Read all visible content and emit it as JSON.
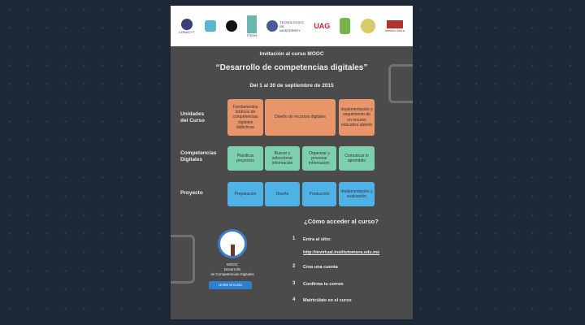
{
  "logos": [
    "CONACYT",
    "",
    "",
    "ITSON",
    "TECNOLÓGICO DE MONTERREY",
    "UAG",
    "",
    "",
    "Instituto Mora"
  ],
  "header": {
    "invitation": "Invitación al curso MOOC",
    "title": "“Desarrollo de competencias digitales”",
    "dates": "Del 1 al 30 de septiembre de 2015"
  },
  "rows": {
    "units": {
      "label": "Unidades del Curso",
      "items": [
        "Fundamentos teóricos de competencias digitales didácticas",
        "Diseño de recursos digitales",
        "Implementación y seguimiento de un recurso educativo abierto"
      ]
    },
    "competencies": {
      "label": "Competencias Digitales",
      "items": [
        "Planificar proyectos",
        "Buscar y seleccionar información",
        "Organizar y procesar información",
        "Comunicar lo aprendido"
      ]
    },
    "project": {
      "label": "Proyecto",
      "items": [
        "Preparación",
        "Diseño",
        "Producción",
        "Implementación y evaluación"
      ]
    }
  },
  "mooc": {
    "line1": "MOOC",
    "line2": "Desarrollo",
    "line3": "de Competencias Digitales",
    "button": "Unirte al curso"
  },
  "access": {
    "heading": "¿Cómo acceder al curso?",
    "steps": [
      {
        "n": "1",
        "text": "Entra al sitio:"
      },
      {
        "n": "2",
        "text": "Crea una cuenta"
      },
      {
        "n": "3",
        "text": "Confirma tu correo"
      },
      {
        "n": "4",
        "text": "Matricúlate en el curso"
      }
    ],
    "url": "http://mvirtual.institutomora.edu.mx"
  },
  "colors": {
    "units": "#e8956a",
    "competencies": "#7dd0ae",
    "project": "#4eb2e6",
    "poster": "#4b4b4c"
  }
}
